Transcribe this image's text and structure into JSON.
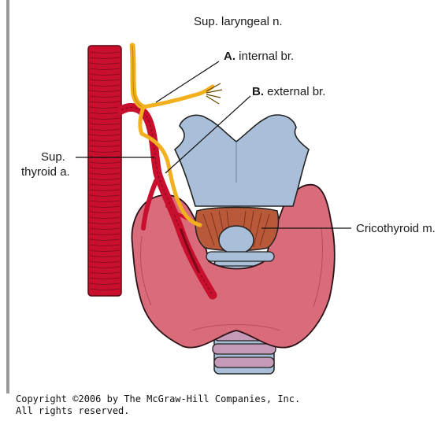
{
  "labels": {
    "sup_laryngeal": "Sup. laryngeal n.",
    "internal_prefix": "A.",
    "internal_text": " internal br.",
    "external_prefix": "B.",
    "external_text": " external br.",
    "sup_thyroid_line1": "Sup.",
    "sup_thyroid_line2": "thyroid a.",
    "cricothyroid": "Cricothyroid m."
  },
  "copyright": {
    "line1": "Copyright ©2006 by The McGraw-Hill Companies, Inc.",
    "line2": "All rights reserved."
  },
  "colors": {
    "artery": "#c8102e",
    "artery_dark": "#7a0a1a",
    "nerve": "#f2b01e",
    "cartilage": "#a9bfd9",
    "thyroid_gland": "#d96b7a",
    "muscle": "#b85a3a",
    "trachea_ring": "#a9bfd9"
  }
}
